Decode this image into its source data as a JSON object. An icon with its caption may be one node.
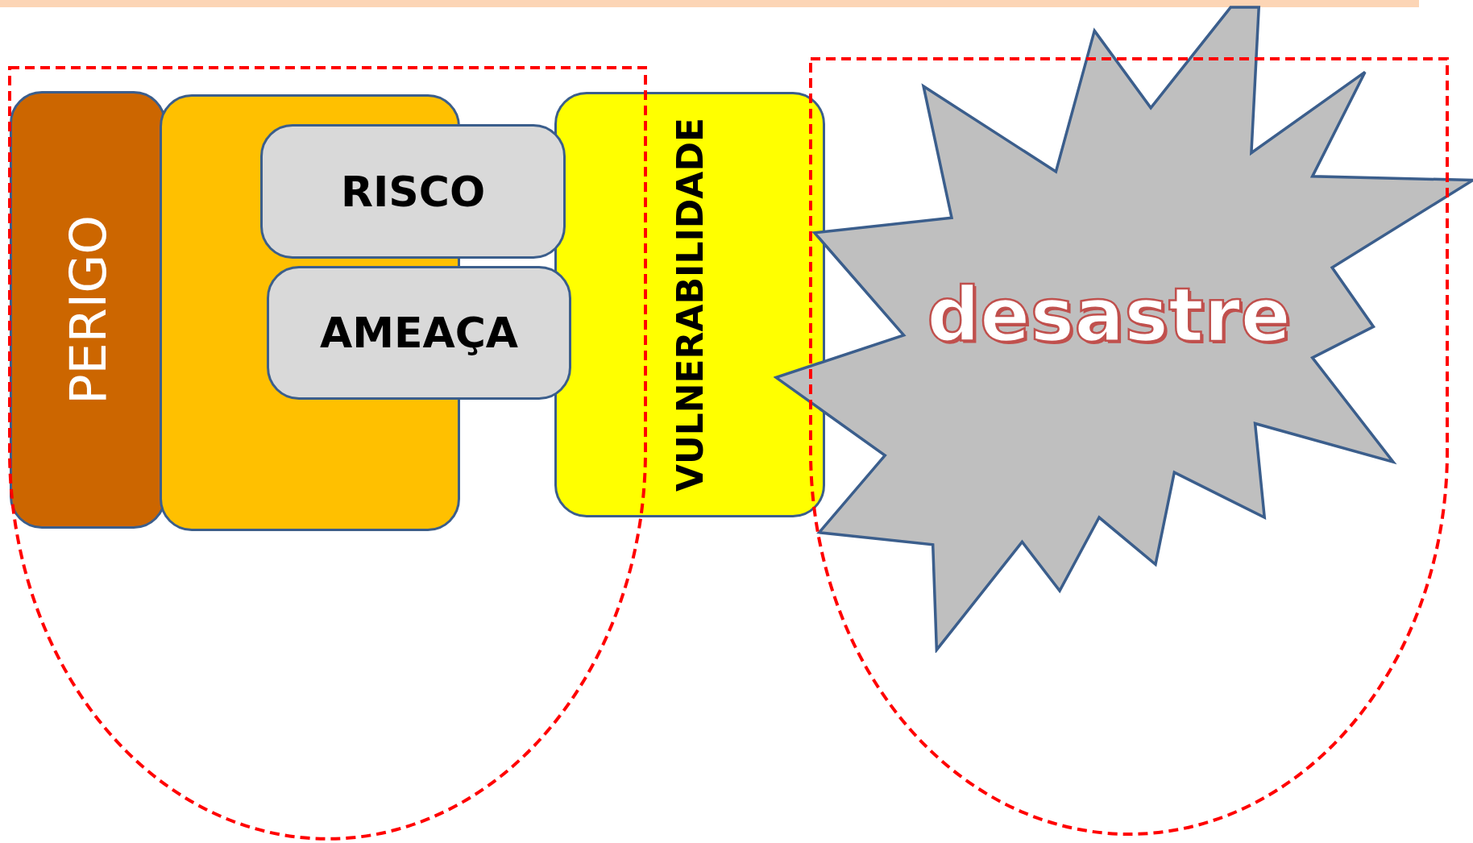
{
  "diagram": {
    "nodes": [
      {
        "text": [
          "PERIGO"
        ]
      },
      {
        "text": [],
        "shape": "box"
      },
      {
        "text": [
          "RISCO"
        ]
      },
      {
        "text": [
          "AMEAÇA"
        ]
      },
      {
        "text": [
          "VULNERABILIDADE"
        ]
      },
      {
        "text": [
          "desastre"
        ]
      }
    ],
    "edges": []
  }
}
